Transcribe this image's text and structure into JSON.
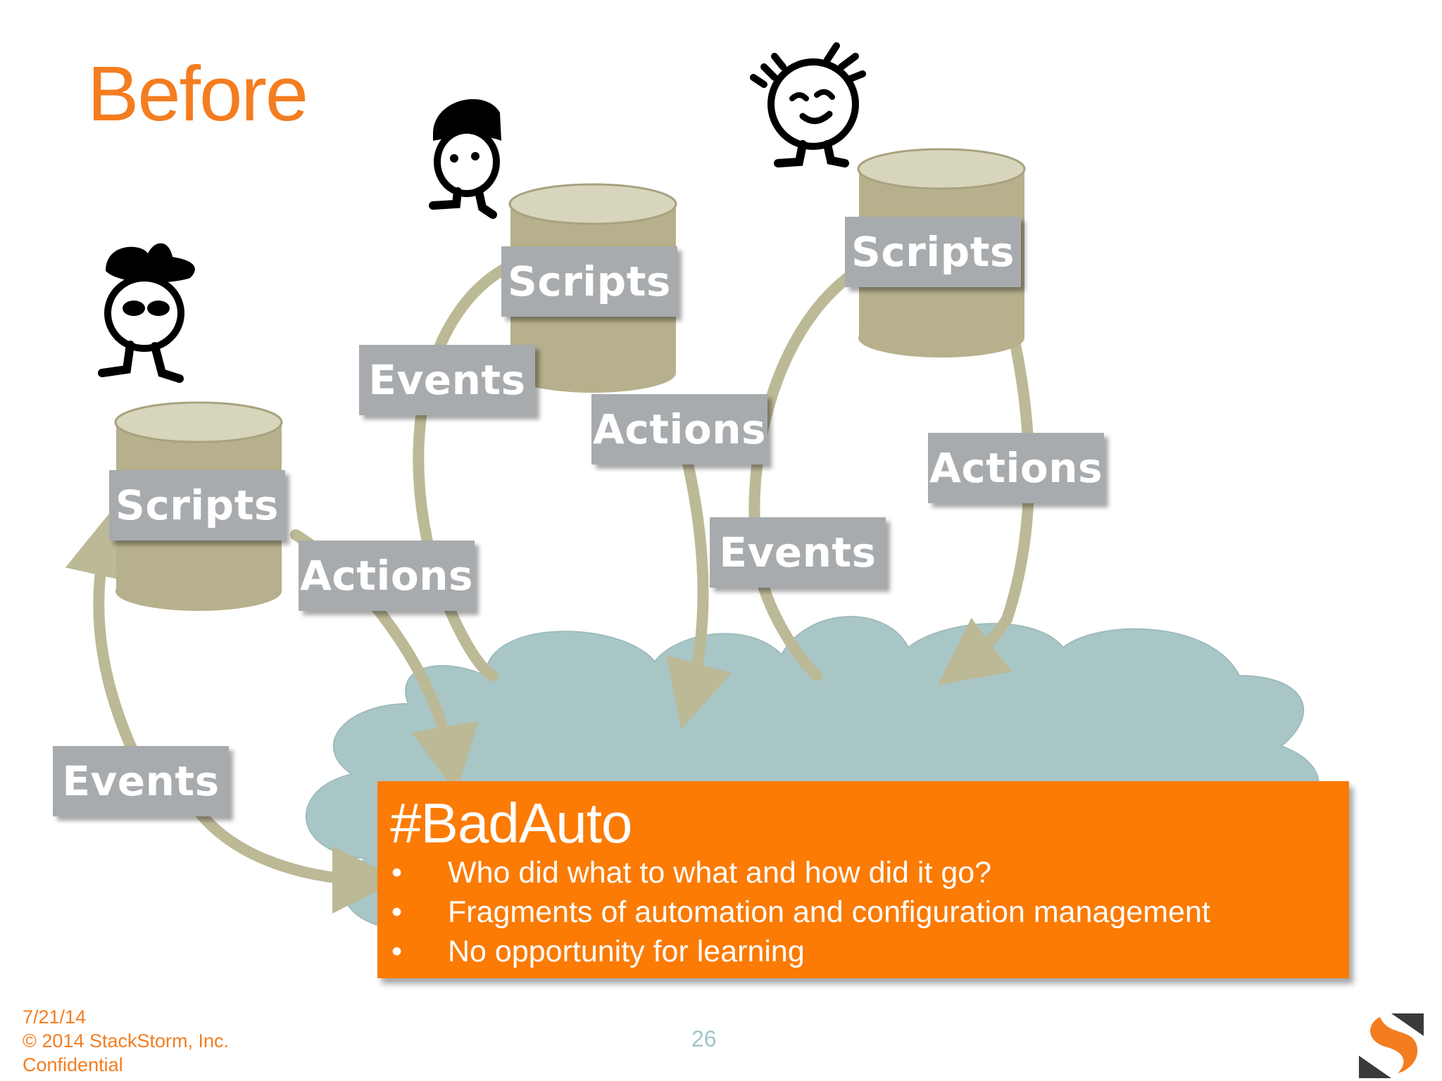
{
  "slide": {
    "title": "Before",
    "page_number": "26"
  },
  "diagram": {
    "labels": [
      {
        "id": "scripts-1",
        "text": "Scripts"
      },
      {
        "id": "scripts-2",
        "text": "Scripts"
      },
      {
        "id": "scripts-3",
        "text": "Scripts"
      },
      {
        "id": "events-1",
        "text": "Events"
      },
      {
        "id": "events-2",
        "text": "Events"
      },
      {
        "id": "events-3",
        "text": "Events"
      },
      {
        "id": "actions-1",
        "text": "Actions"
      },
      {
        "id": "actions-2",
        "text": "Actions"
      },
      {
        "id": "actions-3",
        "text": "Actions"
      }
    ]
  },
  "callout": {
    "title": "#BadAuto",
    "bullet_glyph": "•",
    "bullets": [
      "Who did what to what and how did it go?",
      "Fragments of automation and configuration management",
      "No opportunity for learning"
    ]
  },
  "footer": {
    "date": "7/21/14",
    "copyright": "© 2014 StackStorm, Inc.",
    "confidentiality": "Confidential"
  },
  "colors": {
    "accent": "#f47d20",
    "callout": "#fb7b05",
    "cloud": "#a9c6c6",
    "cylinder_body": "#b7b08c",
    "cylinder_top": "#d8d5bd",
    "label_bg": "#a8abae",
    "arrow": "#bcb996"
  }
}
